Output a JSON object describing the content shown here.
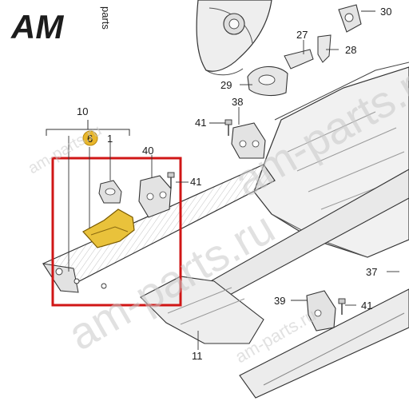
{
  "logo": {
    "main": "AM",
    "sub": "parts",
    "colors": {
      "main": "#1c1c1c",
      "sub": "#1c1c1c"
    }
  },
  "watermarks": [
    "am-parts.ru",
    "am-parts.ru",
    "am-parts.ru",
    "am-parts.ru"
  ],
  "highlight": {
    "color": "#d01616"
  },
  "badge": {
    "color": "#e9b72b"
  },
  "callouts": {
    "n1": "1",
    "n6": "6",
    "n10": "10",
    "n11": "11",
    "n27": "27",
    "n28": "28",
    "n29": "29",
    "n30": "30",
    "n37": "37",
    "n38": "38",
    "n39": "39",
    "n40": "40",
    "n41a": "41",
    "n41b": "41",
    "n41c": "41"
  }
}
